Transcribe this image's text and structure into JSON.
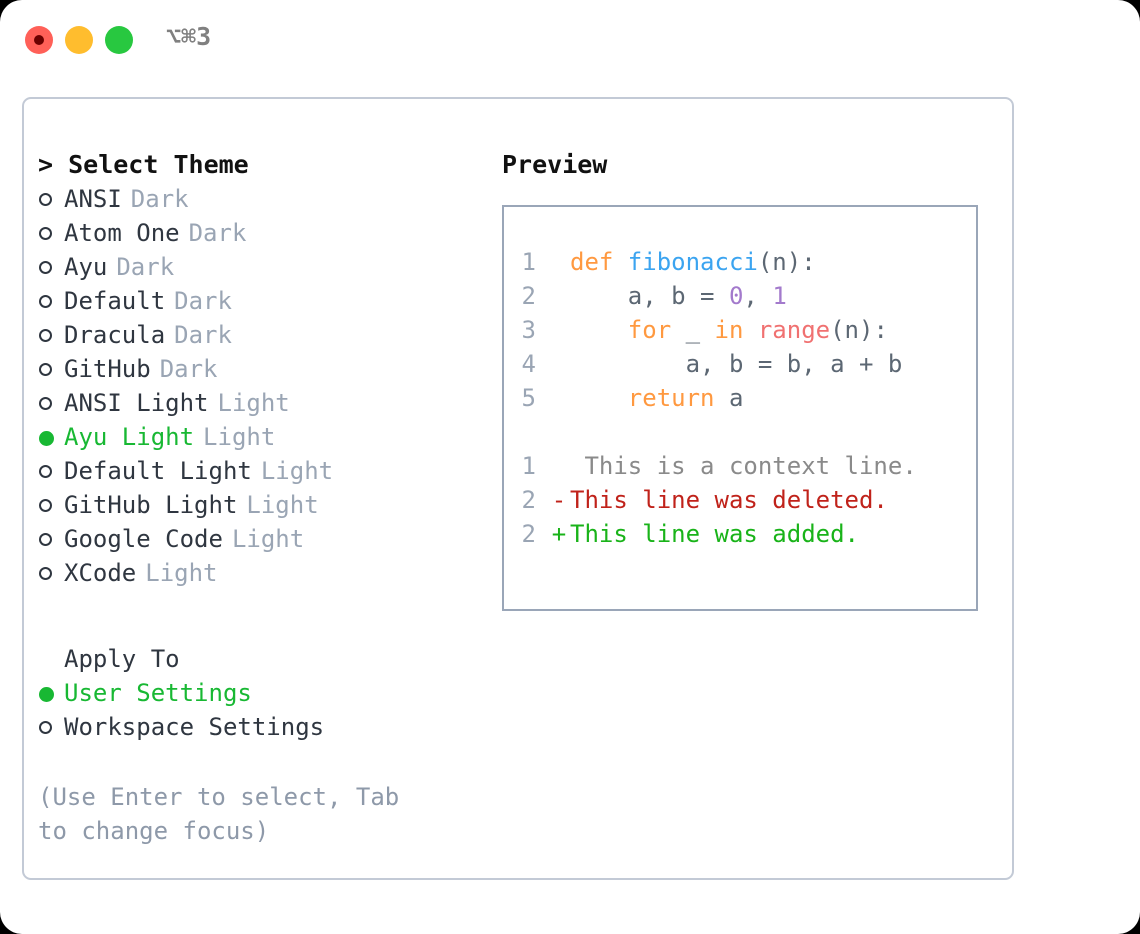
{
  "titlebar": {
    "shortcut": "⌥⌘3",
    "buttons": [
      {
        "name": "close",
        "color": "#ff6058"
      },
      {
        "name": "minimize",
        "color": "#ffbd2e"
      },
      {
        "name": "maximize",
        "color": "#28c840"
      }
    ]
  },
  "theme_section": {
    "header": "> Select Theme",
    "items": [
      {
        "label": "ANSI",
        "tag": "Dark",
        "selected": false
      },
      {
        "label": "Atom One",
        "tag": "Dark",
        "selected": false
      },
      {
        "label": "Ayu",
        "tag": "Dark",
        "selected": false
      },
      {
        "label": "Default",
        "tag": "Dark",
        "selected": false
      },
      {
        "label": "Dracula",
        "tag": "Dark",
        "selected": false
      },
      {
        "label": "GitHub",
        "tag": "Dark",
        "selected": false
      },
      {
        "label": "ANSI Light",
        "tag": "Light",
        "selected": false
      },
      {
        "label": "Ayu Light",
        "tag": "Light",
        "selected": true
      },
      {
        "label": "Default Light",
        "tag": "Light",
        "selected": false
      },
      {
        "label": "GitHub Light",
        "tag": "Light",
        "selected": false
      },
      {
        "label": "Google Code",
        "tag": "Light",
        "selected": false
      },
      {
        "label": "XCode",
        "tag": "Light",
        "selected": false
      }
    ]
  },
  "apply_section": {
    "header": "Apply To",
    "items": [
      {
        "label": "User Settings",
        "selected": true
      },
      {
        "label": "Workspace Settings",
        "selected": false
      }
    ]
  },
  "hint": "(Use Enter to select, Tab to change focus)",
  "preview": {
    "title": "Preview",
    "code_lines": [
      {
        "no": "1",
        "mark": "",
        "segments": [
          {
            "text": "def ",
            "type": "kw"
          },
          {
            "text": "fibonacci",
            "type": "fn"
          },
          {
            "text": "(n):",
            "type": "pl"
          }
        ]
      },
      {
        "no": "2",
        "mark": "",
        "segments": [
          {
            "text": "    a, b = ",
            "type": "pl"
          },
          {
            "text": "0",
            "type": "num"
          },
          {
            "text": ", ",
            "type": "pl"
          },
          {
            "text": "1",
            "type": "num"
          }
        ]
      },
      {
        "no": "3",
        "mark": "",
        "segments": [
          {
            "text": "    for ",
            "type": "kw"
          },
          {
            "text": "_ ",
            "type": "pl"
          },
          {
            "text": "in ",
            "type": "kw"
          },
          {
            "text": "range",
            "type": "bi"
          },
          {
            "text": "(n):",
            "type": "pl"
          }
        ]
      },
      {
        "no": "4",
        "mark": "",
        "segments": [
          {
            "text": "        a, b = b, a + b",
            "type": "pl"
          }
        ]
      },
      {
        "no": "5",
        "mark": "",
        "segments": [
          {
            "text": "    return ",
            "type": "kw"
          },
          {
            "text": "a",
            "type": "pl"
          }
        ]
      }
    ],
    "diff_lines": [
      {
        "no": "1",
        "mark": " ",
        "text": " This is a context line.",
        "type": "ctx"
      },
      {
        "no": "2",
        "mark": "-",
        "text": "This line was deleted.",
        "type": "del"
      },
      {
        "no": "2",
        "mark": "+",
        "text": "This line was added.",
        "type": "add"
      }
    ]
  },
  "colors": {
    "accent_green": "#18b833",
    "muted": "#9aa5b4",
    "panel_border": "#c3cad6",
    "preview_border": "#9aa6b8",
    "keyword": "#ff9940",
    "function": "#3ba4f0",
    "number": "#a37acc",
    "builtin": "#f07171",
    "plain": "#5c6773",
    "diff_del": "#c0221a",
    "diff_add": "#19b319"
  }
}
